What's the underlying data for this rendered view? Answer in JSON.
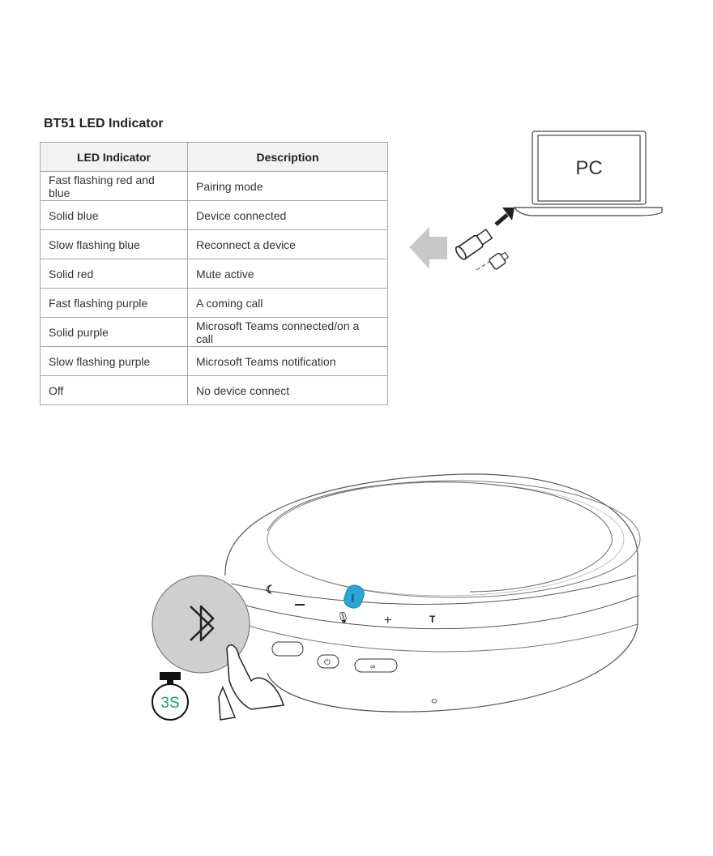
{
  "title": "BT51 LED Indicator",
  "table": {
    "headers": [
      "LED Indicator",
      "Description"
    ],
    "rows": [
      [
        "Fast flashing red and blue",
        "Pairing mode"
      ],
      [
        "Solid blue",
        "Device connected"
      ],
      [
        "Slow flashing blue",
        "Reconnect a device"
      ],
      [
        "Solid red",
        "Mute active"
      ],
      [
        "Fast flashing purple",
        "A coming call"
      ],
      [
        "Solid purple",
        "Microsoft Teams connected/on a call"
      ],
      [
        "Slow flashing purple",
        "Microsoft Teams notification"
      ],
      [
        "Off",
        "No device connect"
      ]
    ]
  },
  "illustration_pc": {
    "label": "PC"
  },
  "illustration_speaker": {
    "timer_label": "3S",
    "timer_color": "#1aa06d",
    "led_color": "#2aa6d6"
  }
}
